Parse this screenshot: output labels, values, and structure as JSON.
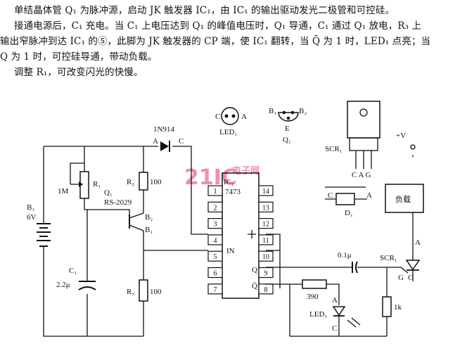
{
  "text": {
    "p1": "单结晶体管 Q₁ 为脉冲源，启动 JK 触发器 IC₁，由 IC₁ 的输出驱动发光二极管和可控硅。",
    "p2": "接通电源后，C₁ 充电。当 C₁ 上电压达到 Q₁ 的峰值电压时，Q₁ 导通，C₁ 通过 Q₁ 放电，R₃ 上",
    "p3": "输出窄脉冲到达 IC₁ 的⑤，此脚为 JK 触发器的 CP 端，使 IC₁ 翻转，当 Q̄ 为 1 时，LED₁ 点亮；当",
    "p4": "Q 为 1 时，可控硅导通，带动负载。",
    "p5": "调整 R₁，可改变闪光的快慢。"
  },
  "circuit": {
    "diode_1n914": "1N914",
    "diode_a": "A",
    "diode_c": "C",
    "led_c": "C",
    "led_a": "A",
    "led_name": "LED₁",
    "q1_b1": "B₁",
    "q1_b2": "B₂",
    "q1_e": "E",
    "q1_name": "Q₁",
    "scr_name": "SCR₁",
    "scr_pins": "C A G",
    "plus_v": "+V",
    "d1_c": "C",
    "d1_a": "A",
    "d1_name": "D₁",
    "load": "负载",
    "r2": "R₂",
    "r2_val": "100",
    "pot_1m": "1M",
    "r1": "R₁",
    "q1_label": "Q₁",
    "q1_part": "RS-2029",
    "b2": "B₂",
    "b1": "B₁",
    "battery": "B₁",
    "battery_v": "6V",
    "c1": "C₁",
    "c1_val": "2.2μ",
    "r3": "R₃",
    "r3_val": "100",
    "ic_label": "IC₁",
    "ic_part": "7473",
    "pins_left": [
      "1",
      "2",
      "3",
      "4",
      "5",
      "6",
      "7"
    ],
    "pins_right": [
      "14",
      "13",
      "12",
      "11",
      "10",
      "9",
      "8"
    ],
    "in_label": "IN",
    "q_label": "Q",
    "qbar_label": "Q̄",
    "cap": "0.1μ",
    "r390": "390",
    "r1k": "1k",
    "scr2_a": "A",
    "scr2_name": "SCR₁",
    "scr2_g": "G",
    "scr2_c": "C",
    "led2_a": "A",
    "led2_name": "LED₁",
    "led2_c": "C",
    "watermark": "21IC",
    "watermark_cn": "电子网"
  }
}
